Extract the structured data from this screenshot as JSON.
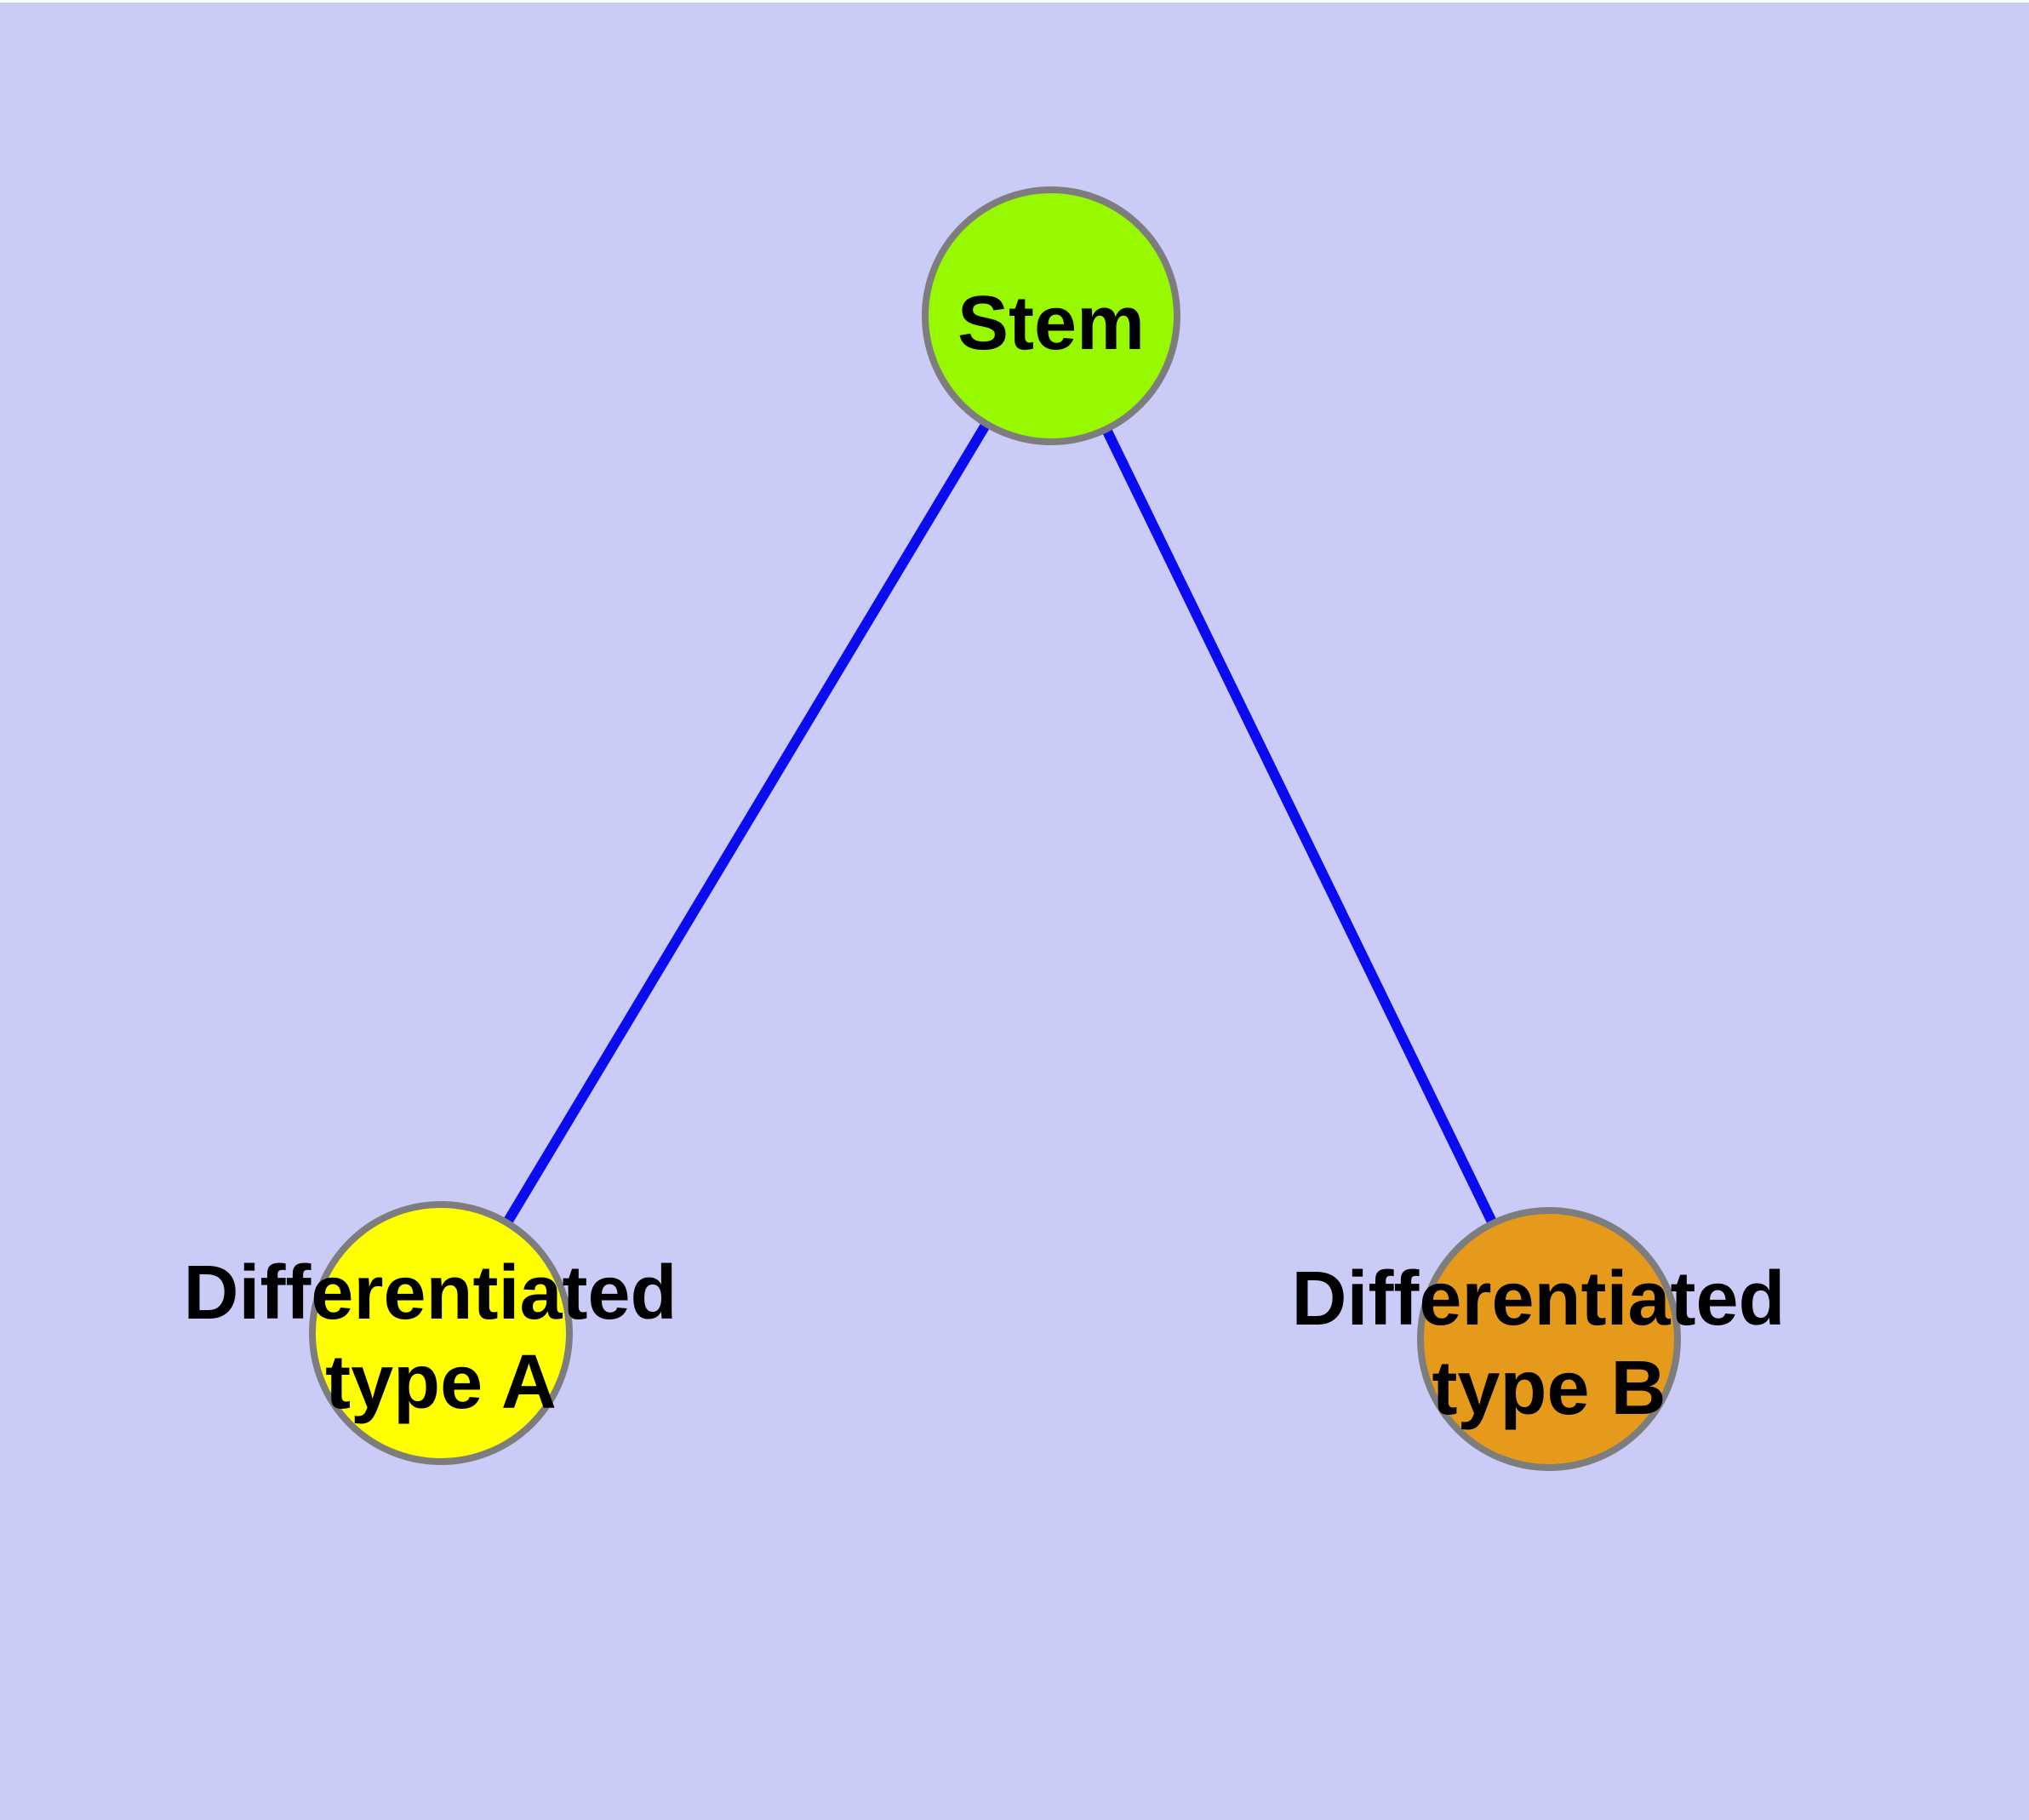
{
  "diagram": {
    "type": "graph",
    "background_color": "#cbcbf8",
    "top_margin_color": "#ffffff",
    "edge_color": "#0b0bf0",
    "node_stroke_color": "#7d7d7d",
    "label_color": "#000000",
    "nodes": [
      {
        "id": "stem",
        "label": "Stem",
        "lines": [
          "Stem"
        ],
        "fill": "#97f800"
      },
      {
        "id": "type-a",
        "label": "Differentiated type A",
        "lines": [
          "Differentiated",
          "type A"
        ],
        "fill": "#ffff00"
      },
      {
        "id": "type-b",
        "label": "Differentiated type B",
        "lines": [
          "Differentiated",
          "type B"
        ],
        "fill": "#e59a1c"
      }
    ],
    "edges": [
      {
        "from": "Stem",
        "to": "Differentiated type A"
      },
      {
        "from": "Stem",
        "to": "Differentiated type B"
      }
    ]
  }
}
